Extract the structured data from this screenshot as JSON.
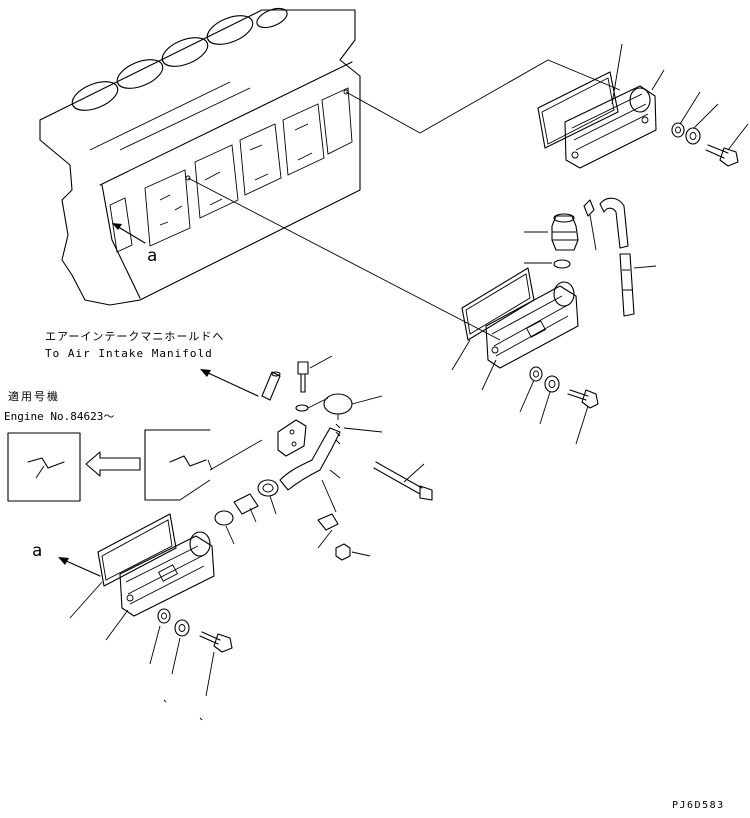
{
  "labels": {
    "ref_a_top": "a",
    "ref_a_bottom": "a",
    "to_manifold_jp": "エアーインテークマニホールドへ",
    "to_manifold_en": "To Air Intake Manifold",
    "applicable_jp": "適用号機",
    "engine_no": "Engine No.84623～",
    "drawing_code": "PJ6D583"
  }
}
